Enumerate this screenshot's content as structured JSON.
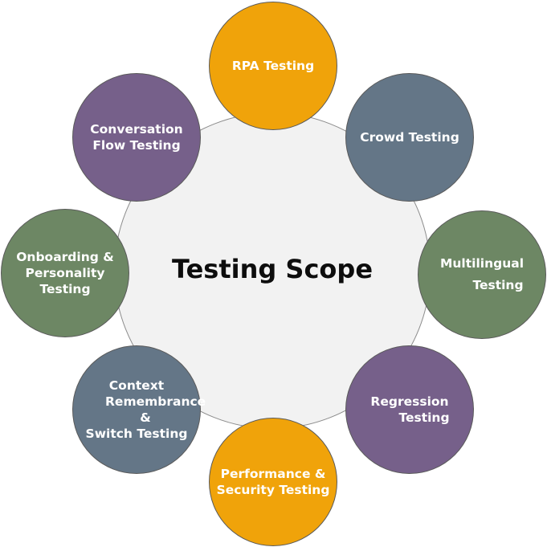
{
  "title": "Testing Scope",
  "colors": {
    "orange": "#f0a30a",
    "slate": "#647687",
    "green": "#6d8764",
    "purple": "#76608a",
    "hub": "#f2f2f2"
  },
  "nodes": [
    {
      "color": "orange",
      "lines": [
        "RPA Testing"
      ]
    },
    {
      "color": "slate",
      "lines": [
        "Crowd Testing"
      ]
    },
    {
      "color": "green",
      "lines": [
        "Multilingual",
        "Testing"
      ]
    },
    {
      "color": "purple",
      "lines": [
        "Regression",
        "Testing"
      ]
    },
    {
      "color": "orange",
      "lines": [
        "Performance &",
        "Security Testing"
      ]
    },
    {
      "color": "slate",
      "lines": [
        "Context",
        "Remembrance",
        "&",
        "Switch Testing"
      ]
    },
    {
      "color": "green",
      "lines": [
        "Onboarding &",
        "Personality",
        "Testing"
      ]
    },
    {
      "color": "purple",
      "lines": [
        "Conversation",
        "Flow Testing"
      ]
    }
  ]
}
